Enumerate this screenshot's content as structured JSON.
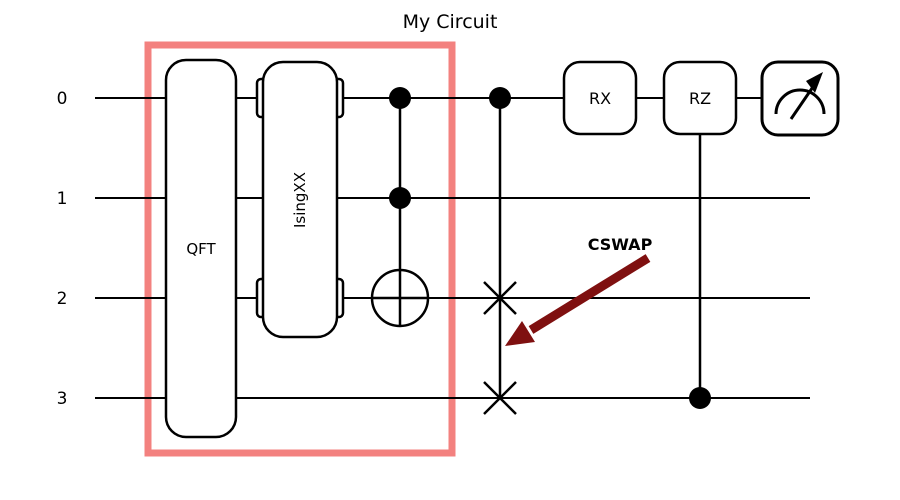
{
  "title": "My Circuit",
  "wires": {
    "labels": [
      "0",
      "1",
      "2",
      "3"
    ]
  },
  "gates": {
    "qft_label": "QFT",
    "isingxx_label": "IsingXX",
    "rx_label": "RX",
    "rz_label": "RZ"
  },
  "annotation": {
    "cswap_label": "CSWAP"
  },
  "colors": {
    "highlight_box": "#f3817f",
    "title": "#8b1a1a",
    "annotation": "#7f1010",
    "wire": "#000000"
  }
}
